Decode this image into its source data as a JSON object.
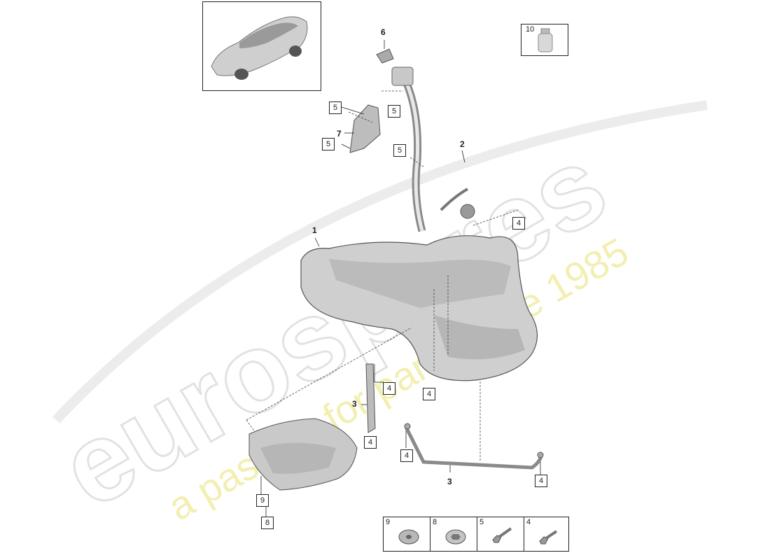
{
  "watermark": {
    "brand": "eurospares",
    "tagline": "a passion for parts since 1985"
  },
  "callouts": {
    "n1": "1",
    "n2": "2",
    "n3a": "3",
    "n3b": "3",
    "n6": "6",
    "n7": "7"
  },
  "boxes": {
    "b5a": "5",
    "b5b": "5",
    "b5c": "5",
    "b5d": "5",
    "b4a": "4",
    "b4b": "4",
    "b4c": "4",
    "b4d": "4",
    "b4e": "4",
    "b4f": "4",
    "b9": "9",
    "b8": "8"
  },
  "bottle_label": "10",
  "legend": [
    "9",
    "8",
    "5",
    "4"
  ],
  "colors": {
    "line": "#222222",
    "metal_light": "#d4d4d4",
    "metal_dark": "#8a8a8a",
    "watermark_grey": "#e6e6e6",
    "watermark_yellow": "#f4f0b8"
  }
}
